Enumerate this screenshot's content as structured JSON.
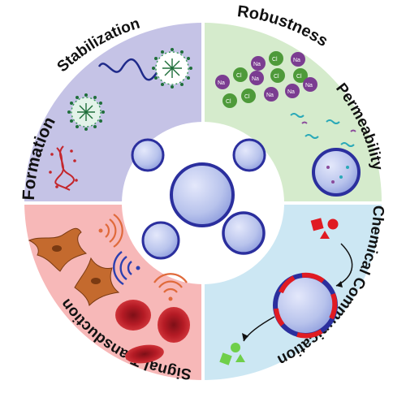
{
  "labels": {
    "formation": "Formation",
    "stabilization": "Stabilization",
    "robustness": "Robustness",
    "permeability": "Permeability",
    "chemical_communication": "Chemical Communication",
    "signal_transduction": "Signal Transduction"
  },
  "ions": {
    "sodium": "Na",
    "chloride": "Cl"
  },
  "colors": {
    "formation_stabilization_quadrant": "#c5c3e6",
    "robustness_permeability_quadrant": "#d5ebcc",
    "chemical_communication_quadrant": "#cce7f3",
    "signal_transduction_quadrant": "#f7b8b8",
    "vesicle_fill": "#b8c3ec",
    "vesicle_border": "#2b2f9e",
    "sodium_ion": "#7b3d91",
    "chloride_ion": "#4e9a3a",
    "cell": "#c46a2e",
    "red_blood_cell": "#b51b25",
    "signal_waves": "#e06a3b"
  },
  "icons": [
    "polymer-coil-icon",
    "micelle-icon",
    "ion-pair-icon",
    "vesicle-icon",
    "square-molecule-icon",
    "circle-molecule-icon",
    "triangle-molecule-icon",
    "cell-icon",
    "red-blood-cell-icon",
    "wireless-signal-icon"
  ]
}
